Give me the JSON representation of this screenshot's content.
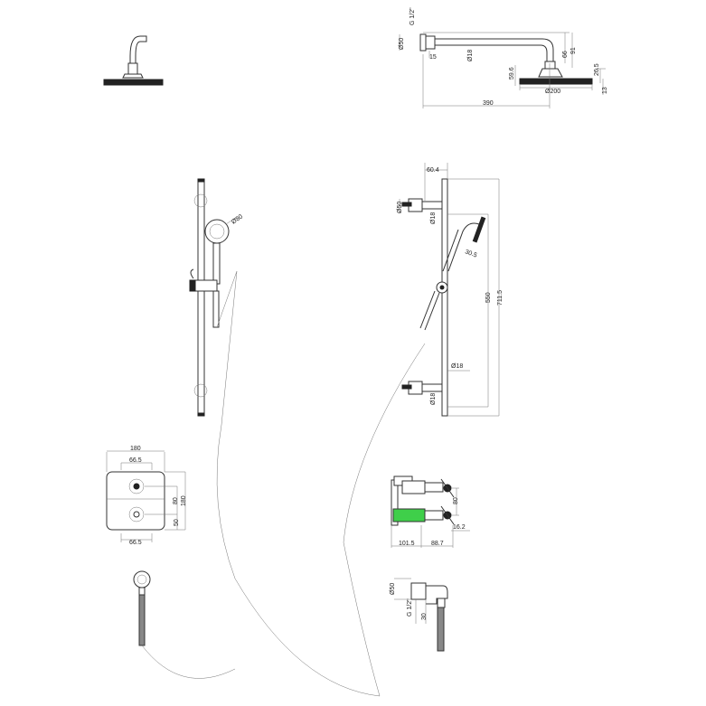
{
  "overhead_front": {},
  "overhead_side": {
    "thread": "G 1/2\"",
    "flange_dia": "Ø50",
    "flange_depth": "15",
    "arm_dia": "Ø18",
    "drop_inner": "66",
    "drop_outer": "91",
    "head_offset": "59.6",
    "head_height": "26.5",
    "head_dia": "Ø200",
    "head_thickness": "13",
    "projection": "390"
  },
  "riser_front": {
    "handset_dia": "Ø80"
  },
  "riser_side": {
    "projection": "60.4",
    "bracket_dia_top": "Ø50",
    "rail_dia_top": "Ø18",
    "handset_angle": "30.5",
    "bracket_spacing": "550",
    "rail_length": "711.5",
    "rail_dia": "Ø18",
    "rail_dia_bottom": "Ø18"
  },
  "valve_front": {
    "width": "180",
    "spacing_top": "66.5",
    "spacing_between": "80",
    "height": "180",
    "bottom_offset": "50",
    "spacing_bottom": "66.5"
  },
  "valve_side": {
    "body_depth": "101.5",
    "handle_projection": "88.7",
    "spacing": "80",
    "handle_depth": "16.2",
    "highlight_color": "#3fcf4a"
  },
  "outlet_elbow": {
    "flange_dia": "Ø50",
    "thread": "G 1/2\"",
    "depth": "30"
  }
}
